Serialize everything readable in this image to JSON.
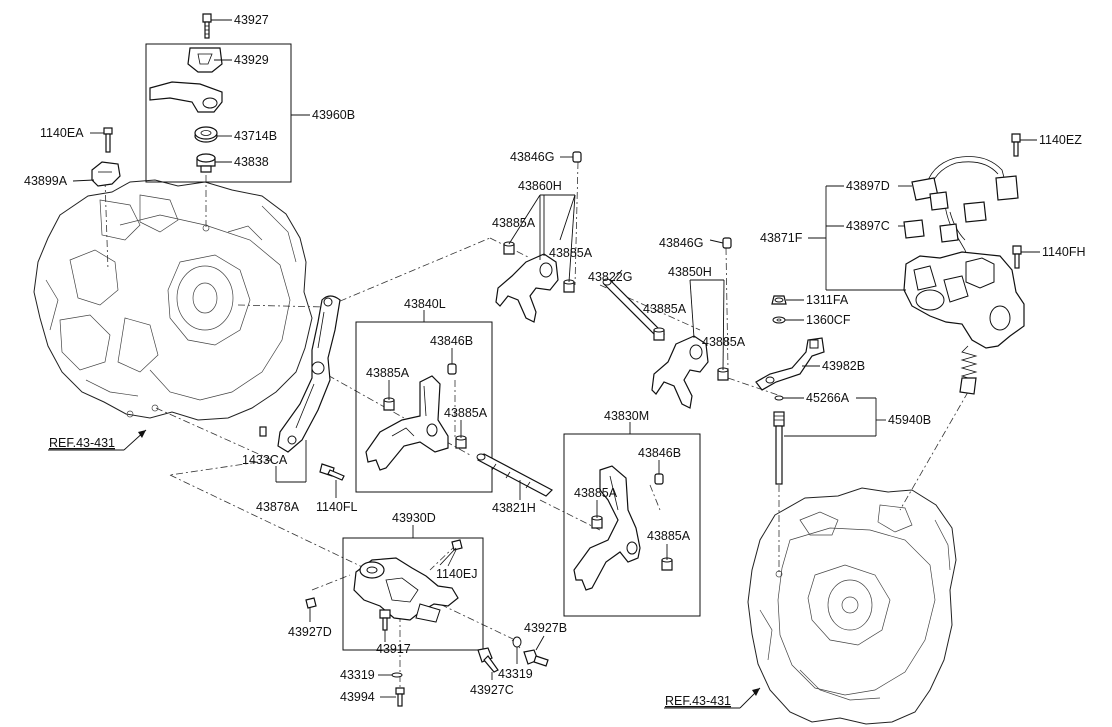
{
  "labels": {
    "p43927": "43927",
    "p43929": "43929",
    "p43960B": "43960B",
    "p43714B": "43714B",
    "p43838": "43838",
    "p1140EA": "1140EA",
    "p43899A": "43899A",
    "p43846G_1": "43846G",
    "p43860H": "43860H",
    "p43885A_1": "43885A",
    "p43885A_2": "43885A",
    "p43822G": "43822G",
    "p43846G_2": "43846G",
    "p43850H": "43850H",
    "p43885A_3": "43885A",
    "p43885A_4": "43885A",
    "p1140EZ": "1140EZ",
    "p43897D": "43897D",
    "p43897C": "43897C",
    "p43871F": "43871F",
    "p1140FH": "1140FH",
    "p1311FA": "1311FA",
    "p1360CF": "1360CF",
    "p43982B": "43982B",
    "p45266A": "45266A",
    "p45940B": "45940B",
    "p43840L": "43840L",
    "p43846B_1": "43846B",
    "p43885A_5": "43885A",
    "p43885A_6": "43885A",
    "p1433CA": "1433CA",
    "p43878A": "43878A",
    "p1140FL": "1140FL",
    "p43821H": "43821H",
    "p43830M": "43830M",
    "p43846B_2": "43846B",
    "p43885A_7": "43885A",
    "p43885A_8": "43885A",
    "p43930D": "43930D",
    "p1140EJ": "1140EJ",
    "p43927D": "43927D",
    "p43917": "43917",
    "p43927B": "43927B",
    "p43319_1": "43319",
    "p43319_2": "43319",
    "p43927C": "43927C",
    "p43994": "43994"
  },
  "refs": {
    "ref_left": "REF.43-431",
    "ref_right": "REF.43-431"
  }
}
